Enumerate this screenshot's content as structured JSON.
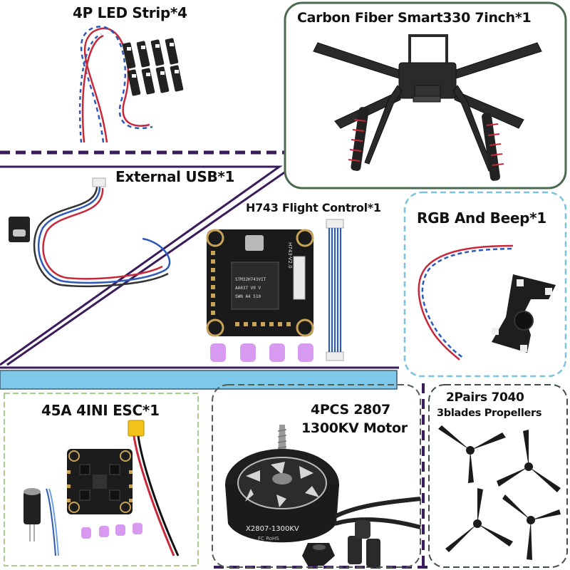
{
  "colors": {
    "purple_divider": "#3a1c5c",
    "light_blue_bar": "#7ec8ea",
    "frame_border": "#4b6a50",
    "rgb_border": "#7cc3df",
    "esc_border": "#a8cf8a",
    "motor_border": "#4f6052",
    "propeller_border": "#3f4f45",
    "silicone_pink": "#d89af0",
    "carbon_dark": "#1e1e1e"
  },
  "labels": {
    "led_strip": "4P LED Strip*4",
    "carbon_frame": "Carbon Fiber Smart330 7inch*1",
    "external_usb": "External USB*1",
    "flight_control": "H743 Flight Control*1",
    "rgb_beep": "RGB And Beep*1",
    "esc": "45A 4INI ESC*1",
    "motor_line1": "4PCS 2807",
    "motor_line2": "1300KV Motor",
    "propeller_line1": "2Pairs 7040",
    "propeller_line2": "3blades Propellers"
  },
  "board_text": {
    "chip_line1": "STM32H743VIT",
    "chip_line2": "AA037 V0 V",
    "chip_line3": "SWN A4 510",
    "fc_side": "H743-V2.0",
    "motor_model": "X2807-1300KV",
    "motor_marks": "FC RoHS"
  }
}
